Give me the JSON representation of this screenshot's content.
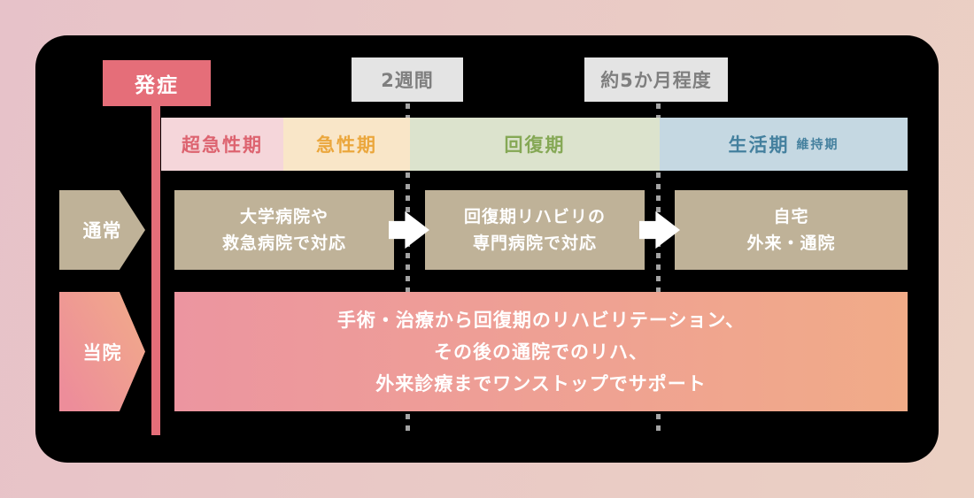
{
  "colors": {
    "outer_bg_left": "#e7c2c9",
    "outer_bg_right": "#ebd0c3",
    "panel_bg": "#000000",
    "onset_accent": "#e56e79",
    "gray_label_bg": "#e4e4e4",
    "gray_label_text": "#7f7f7f",
    "normal_box_bg": "#bfb298",
    "hospital_gradient_start": "#ec95a0",
    "hospital_gradient_end": "#f1ab88",
    "dotted_line": "#a3a3a3",
    "white_text": "#ffffff"
  },
  "timeline_labels": {
    "onset": "発症",
    "two_weeks": "2週間",
    "five_months": "約5か月程度"
  },
  "phases": [
    {
      "label": "超急性期",
      "bg": "#f5d6da",
      "text_color": "#dd6470"
    },
    {
      "label": "急性期",
      "bg": "#f9e6c8",
      "text_color": "#eba73d"
    },
    {
      "label": "回復期",
      "bg": "#dce3cd",
      "text_color": "#85a855"
    },
    {
      "label": "生活期",
      "sublabel": "維持期",
      "bg": "#c5d8e2",
      "text_color": "#44809e"
    }
  ],
  "normal_row": {
    "label": "通常",
    "steps": [
      {
        "line1": "大学病院や",
        "line2": "救急病院で対応"
      },
      {
        "line1": "回復期リハビリの",
        "line2": "専門病院で対応"
      },
      {
        "line1": "自宅",
        "line2": "外来・通院"
      }
    ]
  },
  "hospital_row": {
    "label": "当院",
    "line1": "手術・治療から回復期のリハビリテーション、",
    "line2": "その後の通院でのリハ、",
    "line3": "外来診療までワンストップでサポート"
  }
}
